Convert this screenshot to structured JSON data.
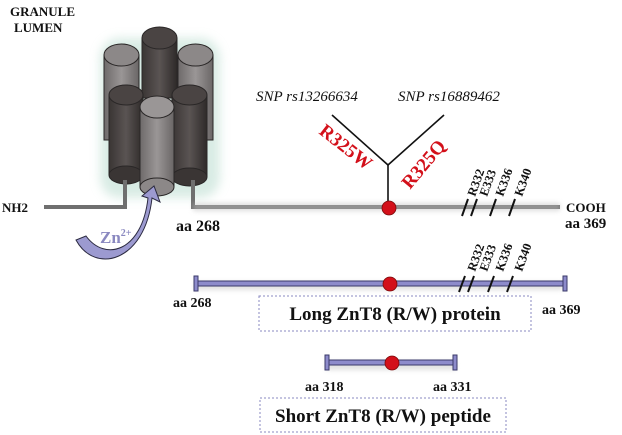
{
  "compartment_label": [
    "GRANULE",
    "LUMEN"
  ],
  "full_protein": {
    "n_terminus": "NH2",
    "c_terminus": "COOH",
    "start_label": "aa 268",
    "end_label": "aa 369",
    "ion_label": "Zn",
    "ion_charge": "2+"
  },
  "snps": [
    {
      "id": "SNP rs13266634",
      "mutation": "R325W"
    },
    {
      "id": "SNP rs16889462",
      "mutation": "R325Q"
    }
  ],
  "residues": [
    "R332",
    "E333",
    "K336",
    "K340"
  ],
  "long_construct": {
    "start_label": "aa 268",
    "end_label": "aa 369",
    "title": "Long ZnT8 (R/W) protein"
  },
  "short_construct": {
    "start_label": "aa 318",
    "end_label": "aa 331",
    "title": "Short ZnT8 (R/W) peptide"
  },
  "colors": {
    "snp_marker": "#d3101a",
    "mutation_text": "#d3101a",
    "construct_bar": "#8d8bcb",
    "box_border": "#8a88c0",
    "backbone": "#6f6f6f",
    "zn_arrow": "#9c9ad0"
  }
}
